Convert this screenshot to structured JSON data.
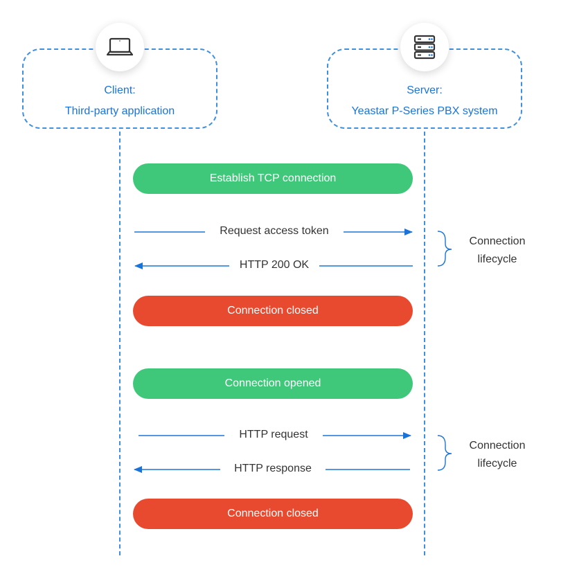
{
  "client": {
    "line1": "Client:",
    "line2": "Third-party application",
    "icon": "laptop-icon"
  },
  "server": {
    "line1": "Server:",
    "line2": "Yeastar P-Series PBX system",
    "icon": "server-icon"
  },
  "colors": {
    "accent": "#1a73d9",
    "green": "#3fc77a",
    "red": "#e84a30",
    "text": "#333333"
  },
  "steps": {
    "establish": "Establish TCP connection",
    "request_token": "Request access token",
    "http_ok": "HTTP 200 OK",
    "closed_1": "Connection closed",
    "opened": "Connection opened",
    "http_request": "HTTP request",
    "http_response": "HTTP response",
    "closed_2": "Connection closed"
  },
  "lifecycle_1": {
    "line1": "Connection",
    "line2": "lifecycle"
  },
  "lifecycle_2": {
    "line1": "Connection",
    "line2": "lifecycle"
  }
}
